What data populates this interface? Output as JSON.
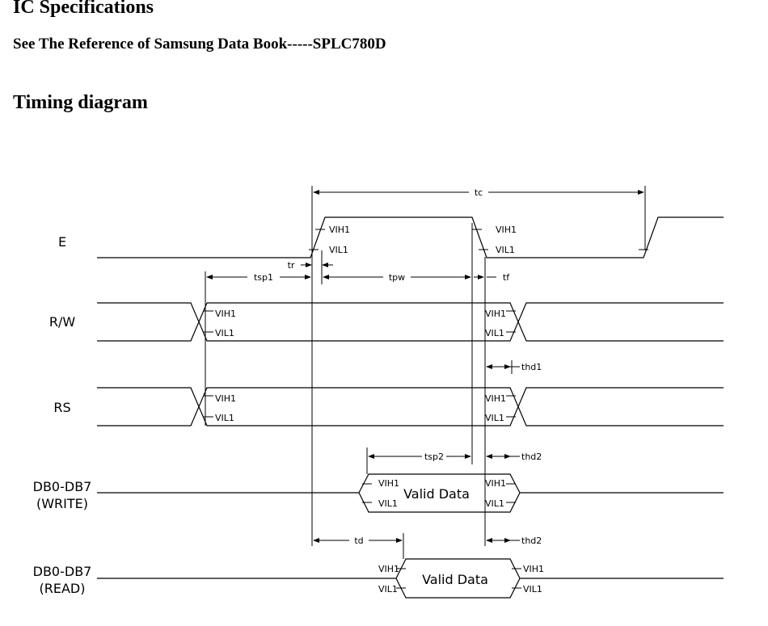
{
  "header": {
    "title": "IC Specifications",
    "subtitle": "See The Reference of Samsung Data Book-----SPLC780D"
  },
  "section": {
    "title": "Timing diagram"
  },
  "signals": {
    "e": "E",
    "rw": "R/W",
    "rs": "RS",
    "db_write_1": "DB0-DB7",
    "db_write_2": "(WRITE)",
    "db_read_1": "DB0-DB7",
    "db_read_2": "(READ)"
  },
  "levels": {
    "high": "VIH1",
    "low": "VIL1"
  },
  "timing": {
    "tc": "tc",
    "tr": "tr",
    "tpw": "tpw",
    "tf": "tf",
    "tsp1": "tsp1",
    "tsp2": "tsp2",
    "thd1": "thd1",
    "thd2": "thd2",
    "td": "td"
  },
  "data_labels": {
    "write": "Valid Data",
    "read": "Valid Data"
  }
}
